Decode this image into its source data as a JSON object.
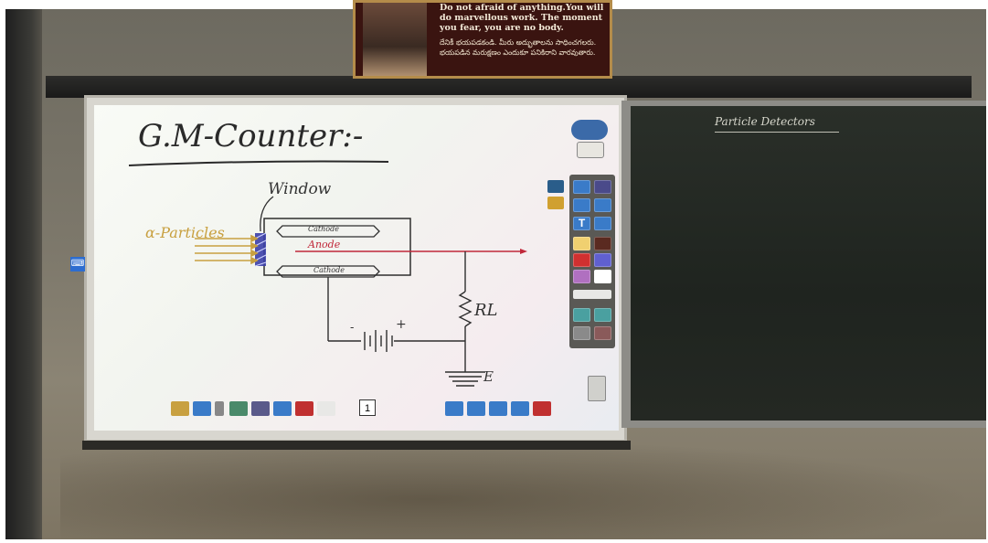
{
  "poster": {
    "quote_en": "Do not afraid of anything.You will do marvellous work. The moment you fear, you are no body.",
    "quote_te": "దేనికీ భయపడకండి. మీరు అద్భుతాలను సాధించగలరు. భయపడిన మరుక్షణం ఎందుకూ పనికిరాని వారవుతారు."
  },
  "whiteboard": {
    "title": "G.M-Counter:-",
    "label_window": "Window",
    "label_particles": "α-Particles",
    "label_cathode_top": "Cathode",
    "label_anode": "Anode",
    "label_cathode_bottom": "Cathode",
    "label_resistor": "RL",
    "label_earth": "E",
    "battery_minus": "-",
    "battery_plus": "+",
    "page_number": "1"
  },
  "blackboard": {
    "title": "Particle Detectors"
  },
  "toolbar": {
    "tools": [
      "pen-tool",
      "eraser-tool",
      "select-tool",
      "shape-tool",
      "text-tool",
      "paint-tool"
    ],
    "colors": [
      "#f0d070",
      "#5a2a20",
      "#d03030",
      "#6060d0",
      "#b070c0",
      "#ffffff"
    ]
  },
  "colors": {
    "anode_line": "#c0283a",
    "window_fill": "#3b3fa8",
    "particles": "#c8a040",
    "ink": "#2e2e2e"
  }
}
